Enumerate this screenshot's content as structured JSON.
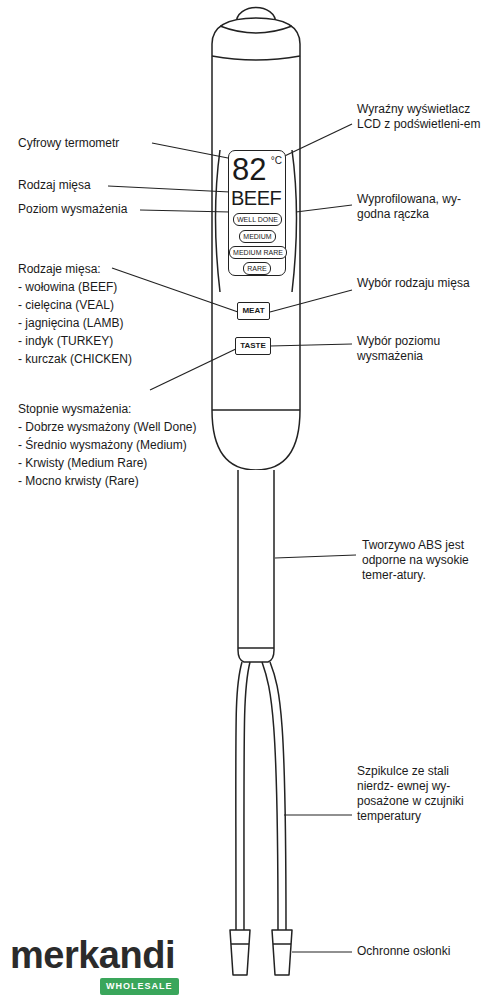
{
  "diagram": {
    "nodes": [
      {
        "text": [
          "82",
          "°C",
          "BEEF"
        ]
      },
      {
        "text": [
          "WELL DONE"
        ],
        "in": 0
      },
      {
        "text": [
          "MEDIUM"
        ],
        "in": 0
      },
      {
        "text": [
          "MEDIUM RARE"
        ],
        "in": 0
      },
      {
        "text": [
          "RARE"
        ],
        "in": 0
      },
      {
        "text": [
          "MEAT"
        ]
      },
      {
        "text": [
          "TASTE"
        ]
      }
    ],
    "labels": [
      "Cyfrowy termometr",
      "Rodzaj mięsa",
      "Poziom wysmażenia",
      "Rodzaje mięsa:",
      "- wołowina (BEEF)",
      "- cielęcina (VEAL)",
      "- jagnięcina (LAMB)",
      "- indyk (TURKEY)",
      "- kurczak (CHICKEN)",
      "Stopnie wysmażenia:",
      "- Dobrze wysmażony (Well Done)",
      "- Średnio wysmażony (Medium)",
      "- Krwisty (Medium Rare)",
      "- Mocno krwisty (Rare)",
      "Wyraźny wyświetlacz LCD z podświetleni-em",
      "Wyprofilowana, wy-godna rączka",
      "Wybór rodzaju mięsa",
      "Wybór poziomu wysmażenia",
      "Tworzywo ABS jest odporne na wysokie temer-atury.",
      "Szpikulce ze stali nierdz- ewnej wy-posażone w czujniki temperatury",
      "Ochronne osłonki",
      "merkandi",
      "WHOLESALE"
    ]
  }
}
